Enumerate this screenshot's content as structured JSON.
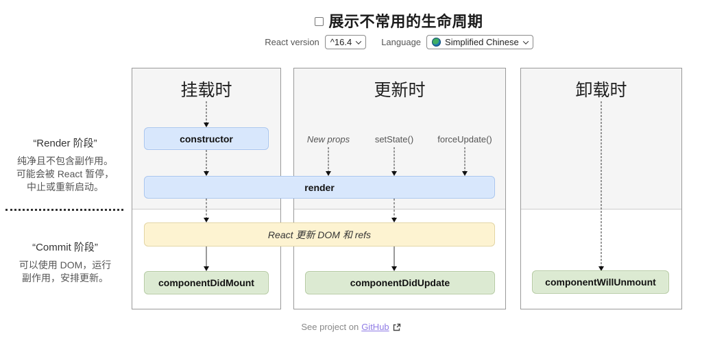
{
  "title": {
    "label": "展示不常用的生命周期"
  },
  "controls": {
    "react_version_label": "React version",
    "react_version_value": "^16.4",
    "language_label": "Language",
    "language_value": "Simplified Chinese",
    "language_icon": "globe-icon"
  },
  "side": {
    "render_phase": {
      "title": "“Render 阶段”",
      "lines": [
        "纯净且不包含副作用。",
        "可能会被 React 暂停，",
        "中止或重新启动。"
      ]
    },
    "commit_phase": {
      "title": "“Commit 阶段”",
      "lines": [
        "可以使用 DOM，运行",
        "副作用，安排更新。"
      ]
    }
  },
  "columns": [
    {
      "header": "挂载时"
    },
    {
      "header": "更新时"
    },
    {
      "header": "卸载时"
    }
  ],
  "triggers": [
    "New props",
    "setState()",
    "forceUpdate()"
  ],
  "boxes": {
    "ctor_label": "constructor",
    "render_label": "render",
    "react_updates_label": "React 更新 DOM 和 refs",
    "did_mount_label": "componentDidMount",
    "did_update_label": "componentDidUpdate",
    "will_unmount_label": "componentWillUnmount"
  },
  "footer": {
    "text": "See project on",
    "link_label": "GitHub"
  },
  "colors": {
    "render_phase_band": "#f5f5f5",
    "box_blue_bg": "#d8e7fc",
    "box_blue_border": "#a6c4ef",
    "box_green_bg": "#dcead2",
    "box_green_border": "#b3c9a0",
    "box_yellow_bg": "#fdf3d1",
    "box_yellow_border": "#e2d39e",
    "link_purple": "#8f7be5",
    "column_border": "#999999"
  }
}
